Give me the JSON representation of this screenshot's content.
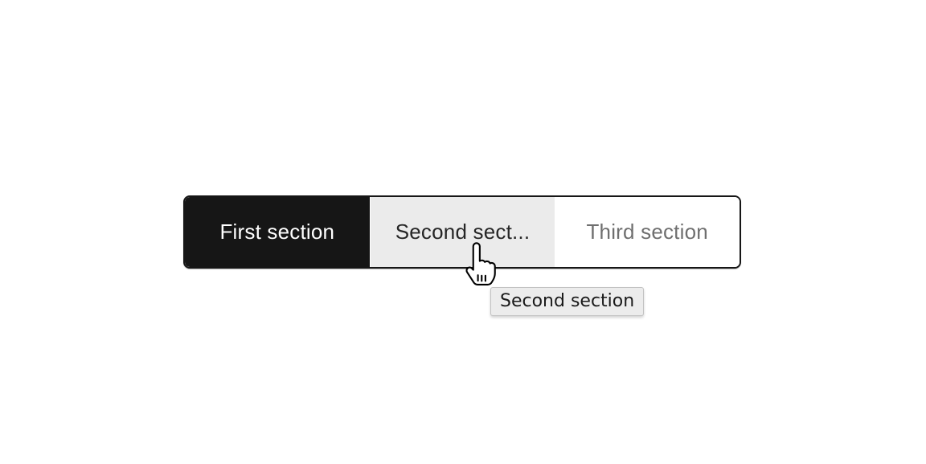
{
  "page": {
    "background": "#ffffff"
  },
  "content_switcher": {
    "sections": [
      {
        "label": "First section",
        "state": "selected"
      },
      {
        "label": "Second sect...",
        "state": "hover"
      },
      {
        "label": "Third section",
        "state": "default"
      }
    ],
    "colors": {
      "selected_bg": "#161616",
      "selected_text": "#ffffff",
      "hover_bg": "#ebebeb",
      "hover_text": "#262626",
      "default_bg": "#ffffff",
      "default_text": "#6f6f6f",
      "border": "#161616"
    }
  },
  "tooltip": {
    "text": "Second section",
    "bg": "#ececec",
    "border": "#c2c2c2",
    "text_color": "#1a1a1a"
  },
  "cursor": {
    "type": "pointer-hand"
  }
}
